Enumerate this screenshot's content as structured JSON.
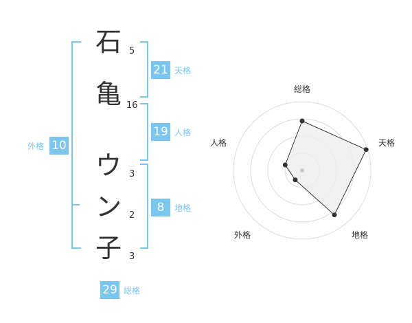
{
  "name": {
    "chars": [
      {
        "char": "石",
        "strokes": "5"
      },
      {
        "char": "亀",
        "strokes": "16"
      },
      {
        "char": "ウ",
        "strokes": "3"
      },
      {
        "char": "ン",
        "strokes": "2"
      },
      {
        "char": "子",
        "strokes": "3"
      }
    ]
  },
  "fortunes": {
    "tenkaku": {
      "value": "21",
      "label": "天格"
    },
    "jinkaku": {
      "value": "19",
      "label": "人格"
    },
    "chikaku": {
      "value": "8",
      "label": "地格"
    },
    "gaikaku": {
      "value": "10",
      "label": "外格"
    },
    "soukaku": {
      "value": "29",
      "label": "総格"
    }
  },
  "colors": {
    "accent": "#7ac6ef",
    "text": "#333333",
    "grid": "#dddddd",
    "fill": "#eeeeee"
  },
  "chart_data": {
    "type": "radar",
    "axes": [
      "総格",
      "天格",
      "地格",
      "外格",
      "人格"
    ],
    "values": [
      0.72,
      0.98,
      0.8,
      0.17,
      0.26
    ],
    "rings": 4
  }
}
